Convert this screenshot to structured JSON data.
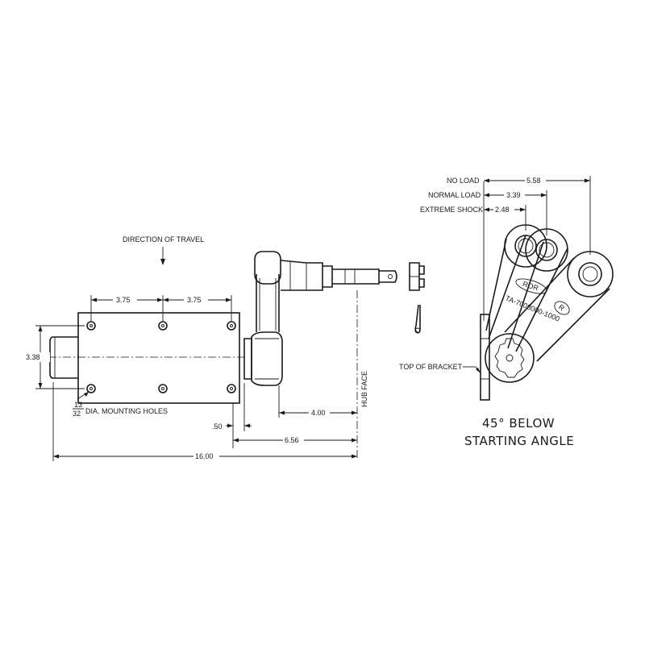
{
  "labels": {
    "direction_of_travel": "DIRECTION OF TRAVEL",
    "hub_face": "HUB FACE",
    "mounting_holes_num": "13",
    "mounting_holes_den": "32",
    "mounting_holes": "DIA. MOUNTING HOLES",
    "top_of_bracket": "TOP OF BRACKET",
    "angle_line1": "45° BELOW",
    "angle_line2": "STARTING ANGLE",
    "no_load": "NO LOAD",
    "normal_load": "NORMAL LOAD",
    "extreme_shock": "EXTREME SHOCK",
    "arm_marking": "TA-7008000-1000",
    "logo_text": "ROR",
    "logo_r": "R"
  },
  "dimensions": {
    "hole_spacing_left": "3.75",
    "hole_spacing_right": "3.75",
    "height": "3.38",
    "offset_50": ".50",
    "hub_4": "4.00",
    "dim_656": "6.56",
    "overall": "16.00",
    "no_load": "5.58",
    "normal_load": "3.39",
    "extreme_shock": "2.48"
  }
}
